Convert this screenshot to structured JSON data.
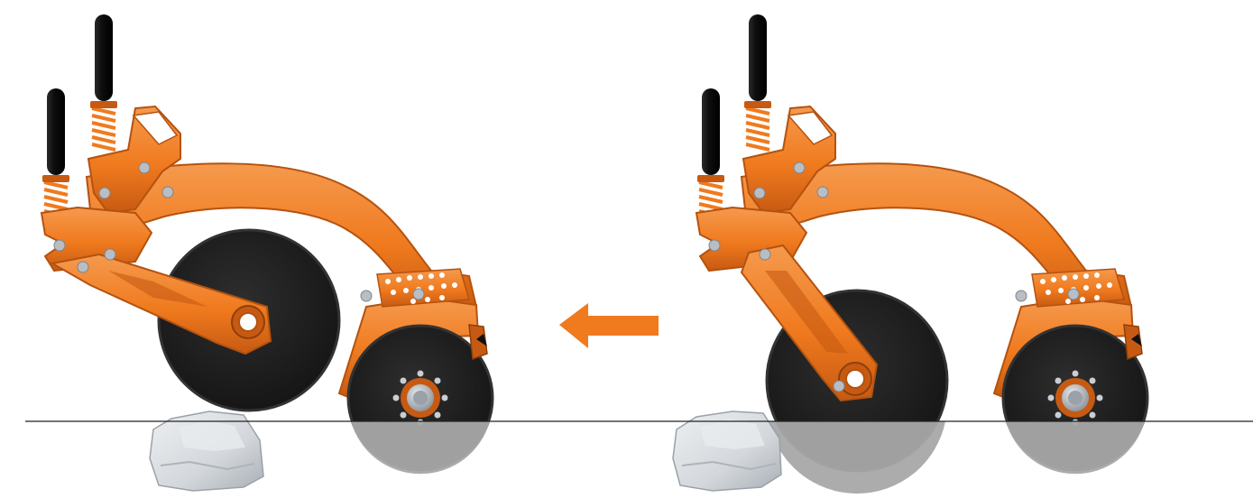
{
  "colors": {
    "frame": "#F07A1E",
    "frame_dark": "#C75A12",
    "frame_light": "#F59A4E",
    "disc": "#1C1C1C",
    "disc_edge": "#333333",
    "tube": "#111111",
    "bolt": "#B9BEC4",
    "ground_line": "#222222",
    "below_ground": "#A8A8A8",
    "rock": "#D6DADF",
    "rock_shadow": "#AEB4BB",
    "arrow": "#F07A1E"
  },
  "scenes": [
    {
      "id": "before",
      "state": "coulter raised over rock"
    },
    {
      "id": "after",
      "state": "coulter lowered past rock"
    }
  ],
  "arrow": {
    "direction": "left"
  },
  "icons": {
    "arrow": "arrow-left-icon",
    "rock": "rock-icon"
  }
}
